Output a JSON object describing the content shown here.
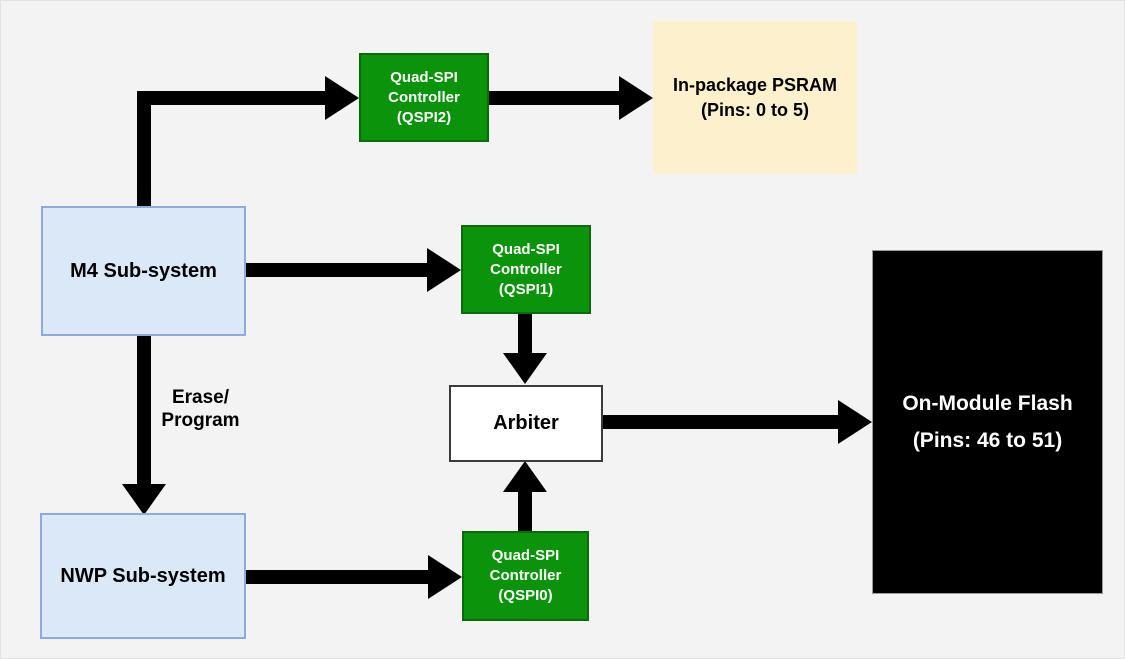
{
  "canvas": {
    "background_color": "#F3F3F3",
    "arrow_color": "#000000"
  },
  "nodes": {
    "m4": {
      "label": "M4 Sub-system",
      "fill": "#DBE8F8",
      "border": "#8EAADC"
    },
    "nwp": {
      "label": "NWP Sub-system",
      "fill": "#DBE8F8",
      "border": "#8EAADC"
    },
    "qspi2": {
      "lines": [
        "Quad-SPI",
        "Controller",
        "(QSPI2)"
      ],
      "fill": "#0B940B",
      "border": "#0A6B0A",
      "text_color": "#FFFFFF"
    },
    "qspi1": {
      "lines": [
        "Quad-SPI",
        "Controller",
        "(QSPI1)"
      ],
      "fill": "#0B940B",
      "border": "#0A6B0A",
      "text_color": "#FFFFFF"
    },
    "qspi0": {
      "lines": [
        "Quad-SPI",
        "Controller",
        "(QSPI0)"
      ],
      "fill": "#0B940B",
      "border": "#0A6B0A",
      "text_color": "#FFFFFF"
    },
    "arbiter": {
      "label": "Arbiter",
      "fill": "#FFFFFF",
      "border": "#3B3B3B"
    },
    "psram": {
      "lines": [
        "In-package PSRAM",
        "(Pins: 0 to 5)"
      ],
      "fill": "#FDF0CC"
    },
    "flash": {
      "lines": [
        "On-Module Flash",
        "(Pins: 46 to 51)"
      ],
      "fill": "#000000",
      "text_color": "#FFFFFF"
    }
  },
  "edges": {
    "m4_to_nwp_label": {
      "lines": [
        "Erase/",
        "Program"
      ]
    },
    "connections": [
      {
        "from": "m4",
        "to": "qspi2",
        "style": "elbow-up-right"
      },
      {
        "from": "qspi2",
        "to": "psram",
        "style": "right"
      },
      {
        "from": "m4",
        "to": "qspi1",
        "style": "right"
      },
      {
        "from": "qspi1",
        "to": "arbiter",
        "style": "down"
      },
      {
        "from": "qspi0",
        "to": "arbiter",
        "style": "up"
      },
      {
        "from": "nwp",
        "to": "qspi0",
        "style": "right"
      },
      {
        "from": "arbiter",
        "to": "flash",
        "style": "right"
      },
      {
        "from": "m4",
        "to": "nwp",
        "style": "down",
        "label": "Erase/ Program"
      }
    ]
  }
}
